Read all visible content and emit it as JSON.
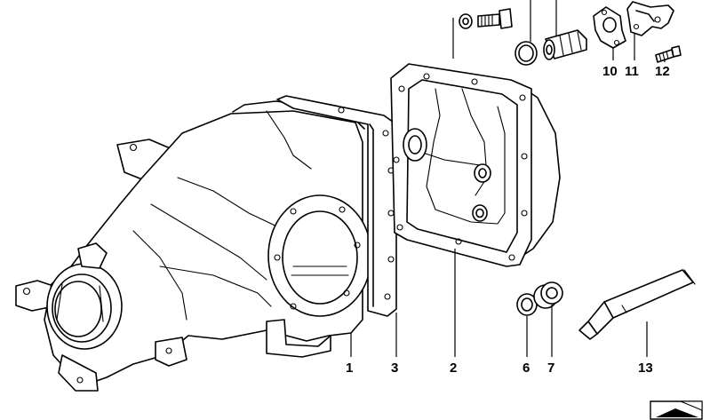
{
  "callouts": {
    "c1": "1",
    "c2": "2",
    "c3": "3",
    "c6": "6",
    "c7": "7",
    "c10": "10",
    "c11": "11",
    "c12": "12",
    "c13": "13"
  },
  "icons": {
    "corner": "document-corner-icon"
  }
}
